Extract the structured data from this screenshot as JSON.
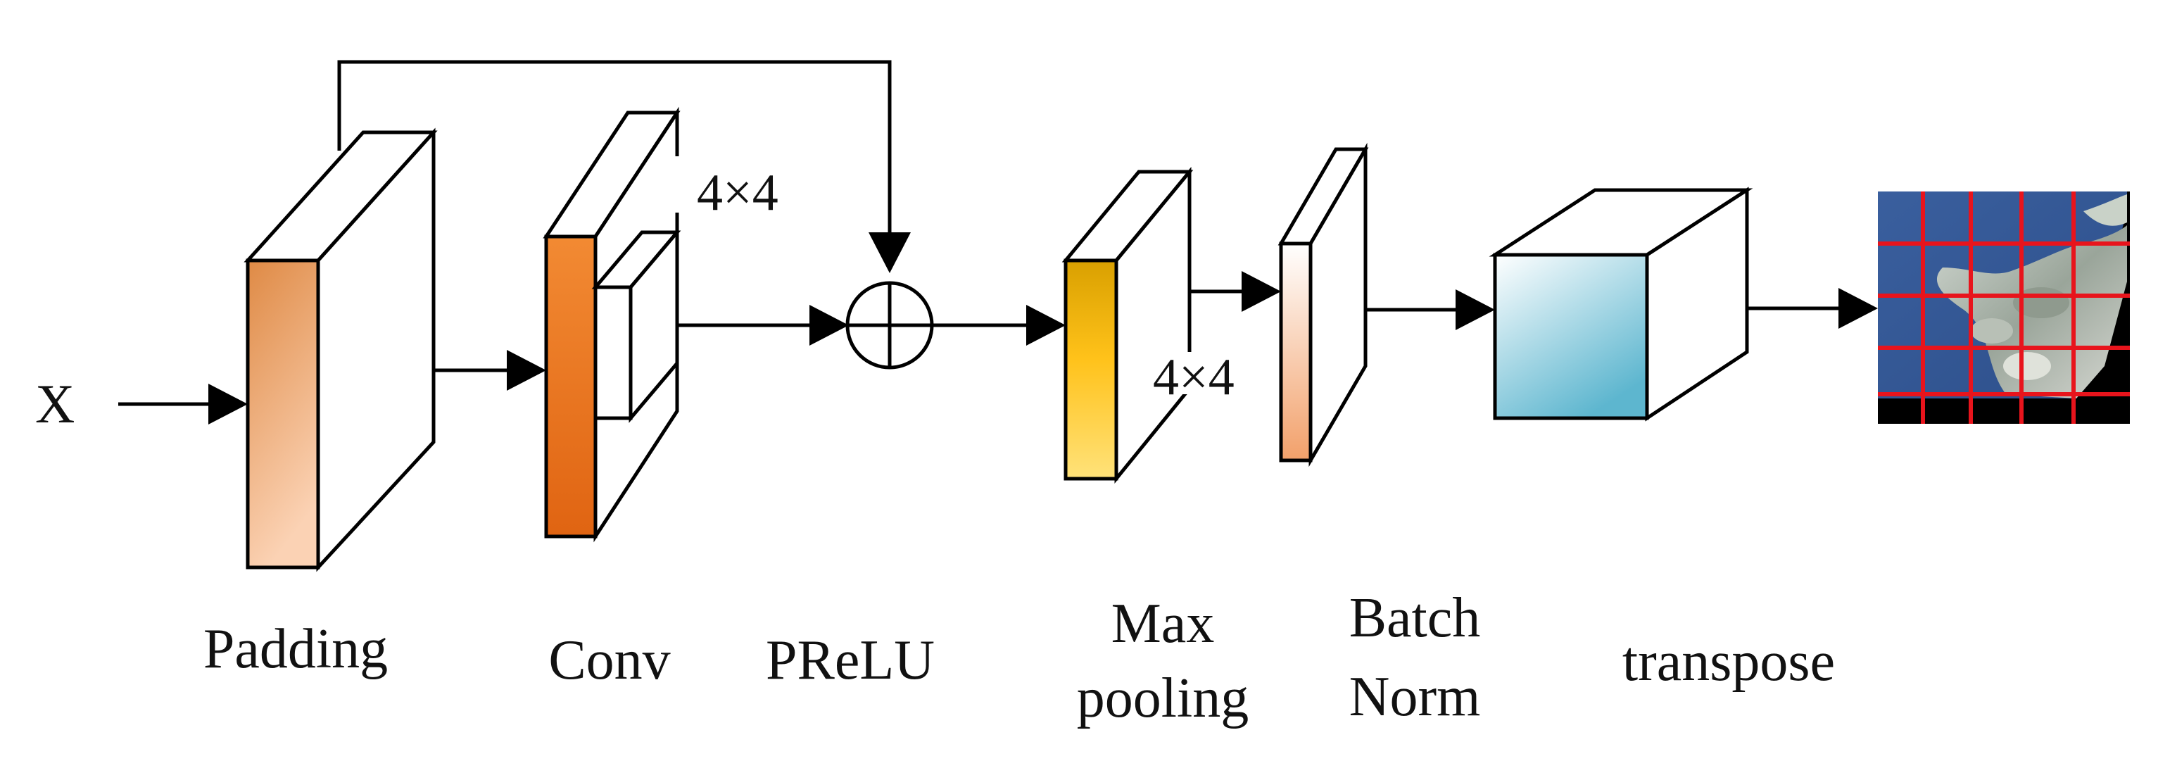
{
  "input_label": "X",
  "blocks": [
    {
      "id": "padding",
      "label": "Padding"
    },
    {
      "id": "conv",
      "label": "Conv",
      "kernel": "4×4"
    },
    {
      "id": "prelu",
      "label": "PReLU"
    },
    {
      "id": "maxpool",
      "label_line1": "Max",
      "label_line2": "pooling",
      "kernel": "4×4"
    },
    {
      "id": "batchnorm",
      "label_line1": "Batch",
      "label_line2": "Norm"
    },
    {
      "id": "transpose",
      "label": "transpose"
    }
  ],
  "output": {
    "description": "satellite image tile with grid overlay",
    "grid_color": "#e8141c"
  },
  "colors": {
    "padding_front_top": "#df8a45",
    "padding_front_bottom": "#fbd2b4",
    "conv_front_top": "#f28a33",
    "conv_front_bottom": "#e06412",
    "maxpool_front_top": "#d9a000",
    "maxpool_front_bottom": "#ffe27a",
    "batchnorm_front_top": "#ffffff",
    "batchnorm_front_bottom": "#f2a06a",
    "transpose_front_top": "#ffffff",
    "transpose_front_bottom": "#5db6cf"
  }
}
